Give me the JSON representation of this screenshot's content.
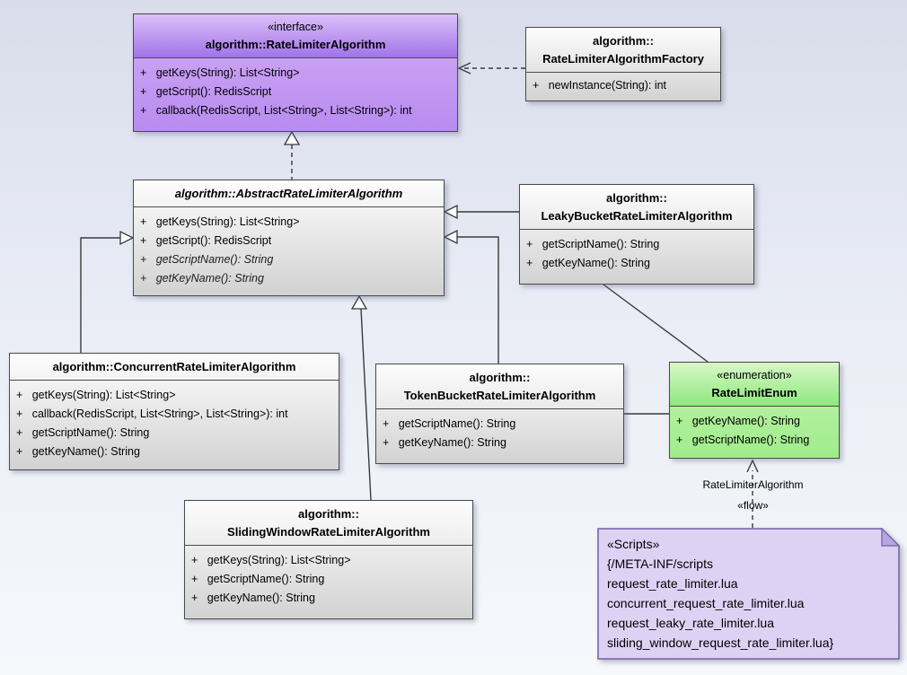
{
  "colors": {
    "bg-top": "#d9ddeb",
    "bg-bottom": "#f7f8fc",
    "border": "#4a4a4a",
    "line": "#3a3a3a",
    "gray-top": "#fdfdfd",
    "gray-bottom": "#d2d2d2",
    "iface-header-top": "#dcc0fa",
    "iface-header-bottom": "#a273e8",
    "iface-body-top": "#c9a0f3",
    "iface-body-bottom": "#b88bf0",
    "enum-header-top": "#d8f7c8",
    "enum-header-bottom": "#8ee87c",
    "enum-body-top": "#b2f09e",
    "enum-body-bottom": "#a0ec8c",
    "note-bg": "#ded2f4",
    "note-fold": "#b9a6e0",
    "note-border": "#6f5fa5"
  },
  "classes": {
    "interface": {
      "stereotype": "«interface»",
      "name": "algorithm::RateLimiterAlgorithm",
      "methods": [
        "+   getKeys(String): List<String>",
        "+   getScript(): RedisScript",
        "+   callback(RedisScript, List<String>, List<String>): int"
      ]
    },
    "factory": {
      "name1": "algorithm::",
      "name2": "RateLimiterAlgorithmFactory",
      "methods": [
        "+   newInstance(String): int"
      ]
    },
    "abstract": {
      "name": "algorithm::AbstractRateLimiterAlgorithm",
      "methods": [
        "+   getKeys(String): List<String>",
        "+   getScript(): RedisScript",
        "+   getScriptName(): String",
        "+   getKeyName(): String"
      ]
    },
    "leaky": {
      "name1": "algorithm::",
      "name2": "LeakyBucketRateLimiterAlgorithm",
      "methods": [
        "+   getScriptName(): String",
        "+   getKeyName(): String"
      ]
    },
    "concurrent": {
      "name": "algorithm::ConcurrentRateLimiterAlgorithm",
      "methods": [
        "+   getKeys(String): List<String>",
        "+   callback(RedisScript, List<String>, List<String>): int",
        "+   getScriptName(): String",
        "+   getKeyName(): String"
      ]
    },
    "token": {
      "name1": "algorithm::",
      "name2": "TokenBucketRateLimiterAlgorithm",
      "methods": [
        "+   getScriptName(): String",
        "+   getKeyName(): String"
      ]
    },
    "enum": {
      "stereotype": "«enumeration»",
      "name": "RateLimitEnum",
      "methods": [
        "+   getKeyName(): String",
        "+   getScriptName(): String"
      ]
    },
    "sliding": {
      "name1": "algorithm::",
      "name2": "SlidingWindowRateLimiterAlgorithm",
      "methods": [
        "+   getKeys(String): List<String>",
        "+   getScriptName(): String",
        "+   getKeyName(): String"
      ]
    }
  },
  "note": {
    "lines": [
      "«Scripts»",
      "{/META-INF/scripts",
      "request_rate_limiter.lua",
      "concurrent_request_rate_limiter.lua",
      "request_leaky_rate_limiter.lua",
      "sliding_window_request_rate_limiter.lua}"
    ]
  },
  "edge_labels": {
    "flow_target": "RateLimiterAlgorithm",
    "flow": "«flow»"
  }
}
